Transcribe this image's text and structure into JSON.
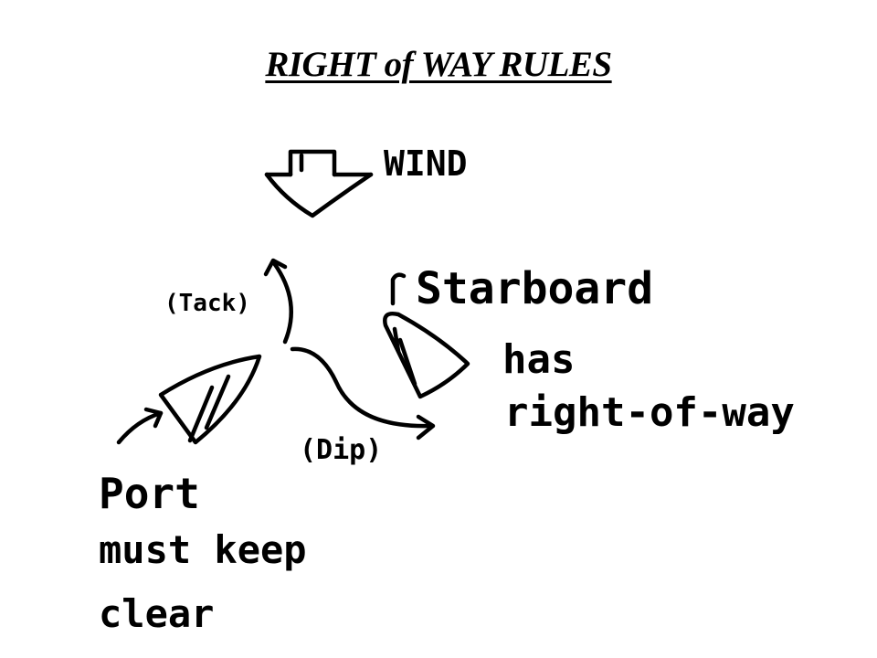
{
  "title": "RIGHT of WAY RULES",
  "labels": {
    "wind": "WIND",
    "tack": "(Tack)",
    "dip": "(Dip)",
    "starboard": "Starboard",
    "has": "has",
    "right_of_way": "right-of-way",
    "port": "Port",
    "must_keep": "must keep",
    "clear": "clear"
  },
  "colors": {
    "ink": "#000000",
    "background": "#ffffff"
  }
}
